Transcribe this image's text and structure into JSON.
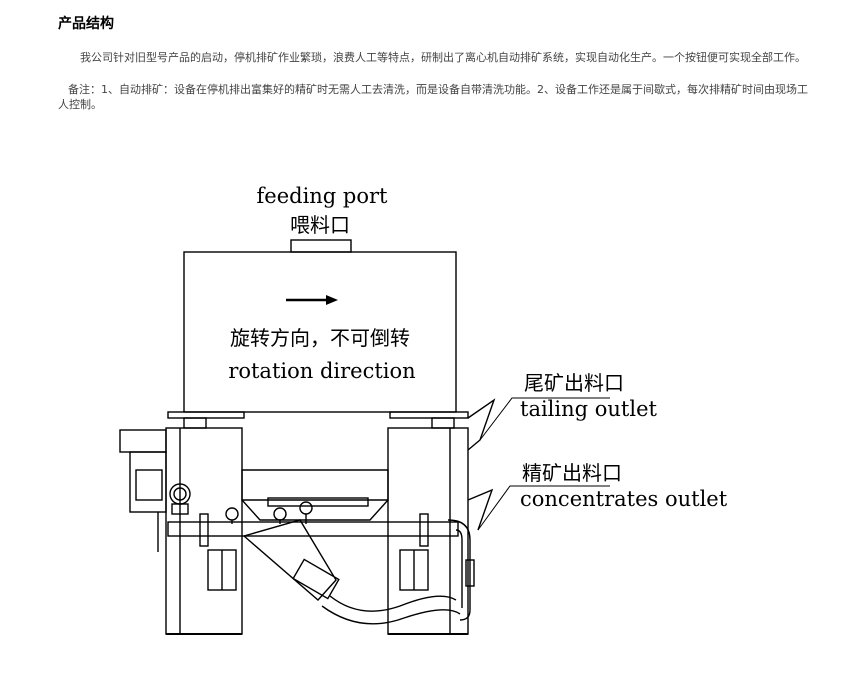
{
  "section": {
    "title": "产品结构"
  },
  "paragraphs": [
    "我公司针对旧型号产品的启动，停机排矿作业繁琐，浪费人工等特点，研制出了离心机自动排矿系统，实现自动化生产。一个按钮便可实现全部工作。",
    "备注：1、自动排矿：设备在停机排出富集好的精矿时无需人工去清洗，而是设备自带清洗功能。2、设备工作还是属于间歇式，每次排精矿时间由现场工人控制。"
  ],
  "diagram": {
    "labels": {
      "feeding_port_en": "feeding port",
      "feeding_port_cn": "喂料口",
      "rotation_cn": "旋转方向，不可倒转",
      "rotation_en": "rotation direction",
      "tailing_cn": "尾矿出料口",
      "tailing_en": "tailing outlet",
      "concentrates_cn": "精矿出料口",
      "concentrates_en": "concentrates outlet"
    }
  }
}
